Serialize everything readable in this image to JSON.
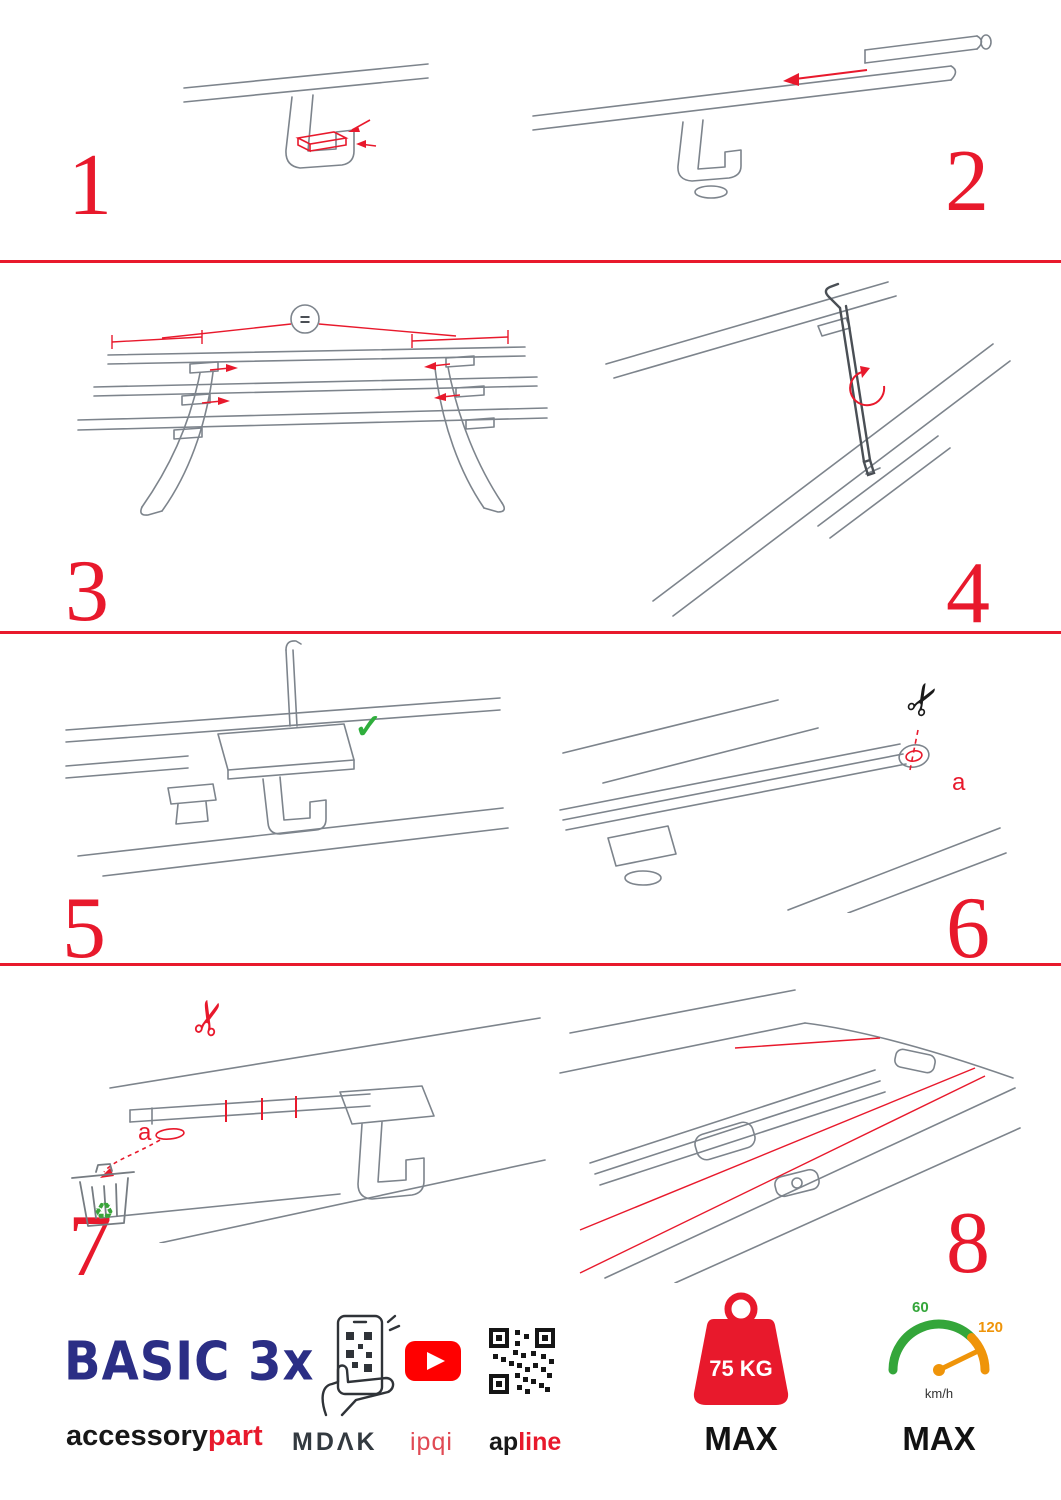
{
  "colors": {
    "accent_red": "#e8192c",
    "brand_navy": "#2b2e85",
    "youtube_red": "#ff0000",
    "eco_green": "#34a63a",
    "speed_orange": "#ef9409"
  },
  "steps": [
    {
      "number": "1"
    },
    {
      "number": "2"
    },
    {
      "number": "3",
      "equal_sign": "="
    },
    {
      "number": "4"
    },
    {
      "number": "5",
      "check_mark": "✓"
    },
    {
      "number": "6",
      "part_label": "a",
      "scissors": "✂"
    },
    {
      "number": "7",
      "part_label": "a",
      "scissors": "✂",
      "recycle": "♻"
    },
    {
      "number": "8"
    }
  ],
  "footer": {
    "product_name": "BASIC 3x",
    "brand_part1": "accessory",
    "brand_part2": "part",
    "logo_mdak": "MDΛK",
    "logo_ipqi": "ipqi",
    "logo_apline_part1": "ap",
    "logo_apline_part2": "line",
    "weight_limit": {
      "value": "75 KG",
      "label": "MAX"
    },
    "speed_limit": {
      "tick_60": "60",
      "tick_120": "120",
      "unit": "km/h",
      "label": "MAX"
    }
  }
}
